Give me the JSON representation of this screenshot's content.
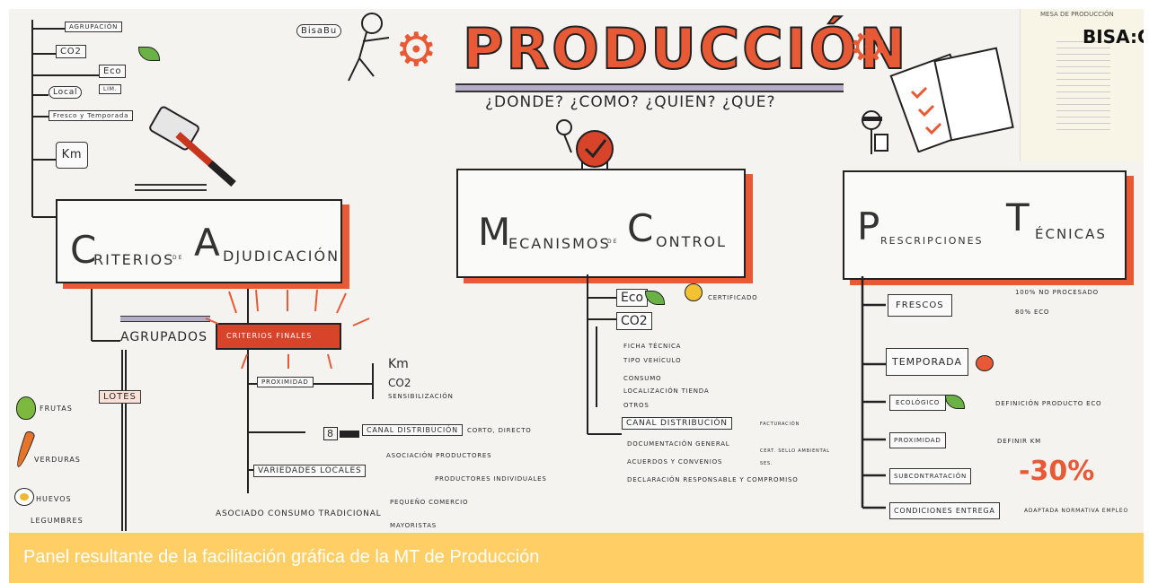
{
  "title": {
    "main": "PRODUCCIÓN",
    "questions": "¿DONDE? ¿COMO? ¿QUIEN? ¿QUE?"
  },
  "corner_tag": "BisaBu",
  "logo": "BISA:GRA",
  "poster_title": "MESA DE PRODUCCIÓN",
  "left": {
    "top_items": [
      "Agrupación",
      "CO2",
      "Eco",
      "Local",
      "Fresco y Temporada",
      "Km"
    ],
    "local_badge": "Lim.",
    "main_box_a": "RITERIOS",
    "main_box_b": "DJUDICACIÓN",
    "main_box_a_cap": "C",
    "main_box_b_cap": "A",
    "main_box_conn": "DE",
    "agrupados": "AGRUPADOS",
    "lotes": "LOTES",
    "lotes_items": [
      "FRUTAS",
      "VERDURAS",
      "HUEVOS",
      "LEGUMBRES"
    ],
    "criterios_finales": "CRITERIOS FINALES",
    "proximidad": "PROXIMIDAD",
    "prox_items": [
      "Km",
      "CO2",
      "Sensibilización"
    ],
    "canal": "CANAL DISTRIBUCIÓN",
    "canal_note": "CORTO, DIRECTO",
    "canal_items": [
      "Asociación Productores",
      "Productores Individuales",
      "Pequeño Comercio",
      "Mayoristas"
    ],
    "canal_badge": "8",
    "variedades": "VARIEDADES LOCALES",
    "variedades_sub": "ASOCIADO CONSUMO TRADICIONAL"
  },
  "mid": {
    "main_box_a_cap": "M",
    "main_box_a": "ECANISMOS",
    "main_box_conn": "DE",
    "main_box_b_cap": "C",
    "main_box_b": "ONTROL",
    "eco": "Eco",
    "certificado": "CERTIFICADO",
    "co2": "CO2",
    "co2_items": [
      "Ficha Técnica",
      "Tipo Vehículo",
      "Consumo",
      "Localización Tienda",
      "Otros"
    ],
    "canal": "CANAL DISTRIBUCIÓN",
    "canal_items": [
      "Documentación General",
      "Acuerdos y Convenios",
      "Declaración Responsable y Compromiso"
    ],
    "canal_right": [
      "Facturación",
      "Cert. Sello Ambiental",
      "Ses."
    ]
  },
  "right": {
    "main_box_a_cap": "P",
    "main_box_a": "RESCRIPCIONES",
    "main_box_b_cap": "T",
    "main_box_b": "ÉCNICAS",
    "items": [
      "FRESCOS",
      "TEMPORADA",
      "ECOLÓGICO",
      "PROXIMIDAD",
      "SUBCONTRATACIÓN",
      "CONDICIONES ENTREGA"
    ],
    "fresh_notes": [
      "100% No Procesado",
      "80% Eco"
    ],
    "eco_note": "Definición Producto Eco",
    "prox_note": "Definir Km",
    "sub_note": "-30%",
    "entrega_note": "Adaptada Normativa Empleo"
  },
  "caption": "Panel resultante de la facilitación gráfica de la MT de Producción",
  "colors": {
    "accent": "#e85a35",
    "ink": "#2a2a2a",
    "caption_bg": "#ffcf66"
  }
}
